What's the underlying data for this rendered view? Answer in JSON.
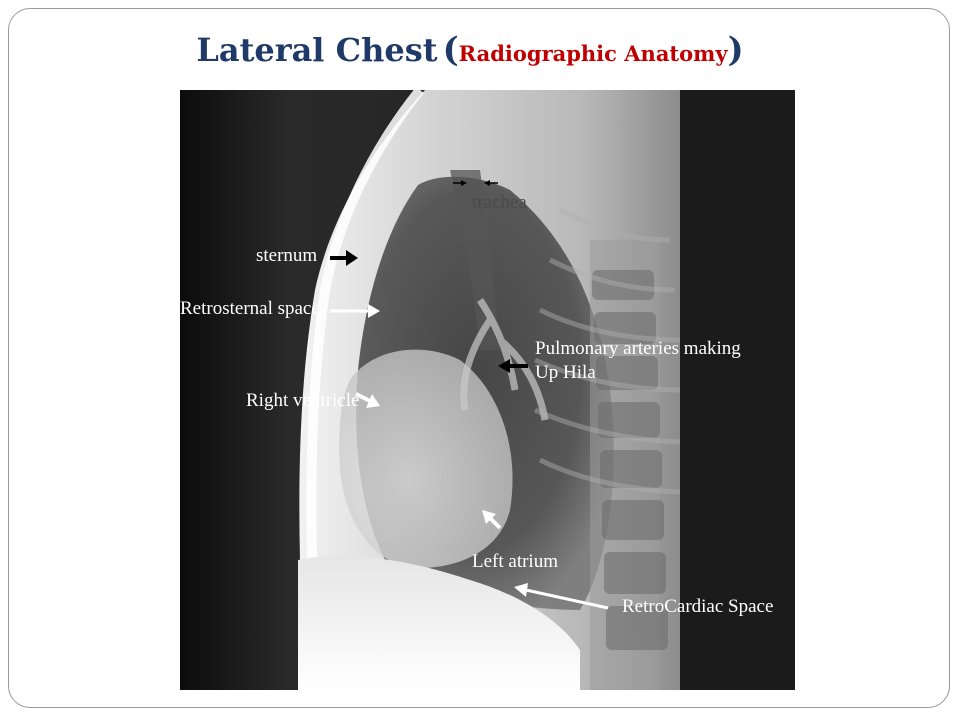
{
  "title": {
    "main": "Lateral Chest",
    "open_paren": "(",
    "sub": "Radiographic Anatomy",
    "close_paren": ")"
  },
  "labels": {
    "trachea": "trachea",
    "sternum": "sternum",
    "retrosternal": "Retrosternal space",
    "pulmonary_line1": "Pulmonary arteries making",
    "pulmonary_line2": "Up Hila",
    "right_ventricle": "Right ventricle",
    "left_atrium": "Left atrium",
    "retrocardiac": "RetroCardiac Space"
  }
}
